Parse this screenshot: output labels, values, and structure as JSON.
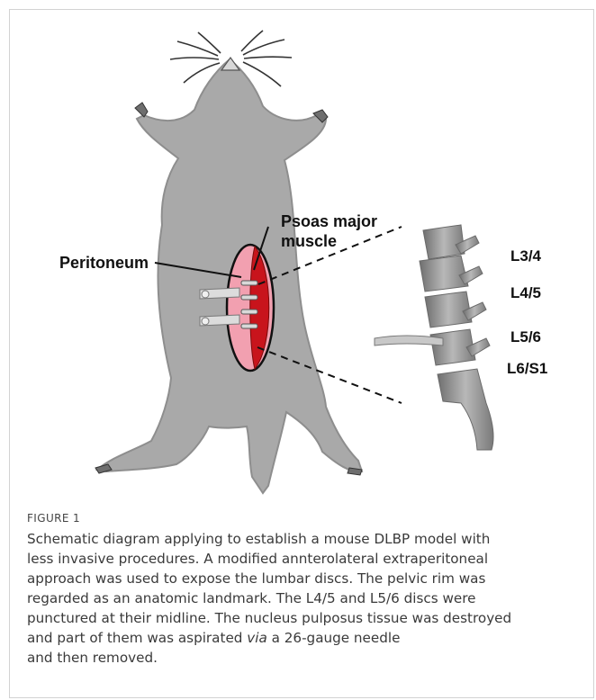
{
  "diagram": {
    "labels": {
      "peritoneum": "Peritoneum",
      "psoas_line1": "Psoas major",
      "psoas_line2": "muscle",
      "discs": [
        "L3/4",
        "L4/5",
        "L5/6",
        "L6/S1"
      ]
    },
    "colors": {
      "body": "#a9a9a9",
      "body_outline": "#8e8e8e",
      "muscle": "#c8141c",
      "peritoneum": "#f2a0b0",
      "vertebra": "#8d8d8d"
    }
  },
  "figure": {
    "label": "FIGURE 1",
    "caption_lines": [
      "Schematic diagram applying to establish a mouse DLBP model with",
      "less invasive procedures. A modified annterolateral extraperitoneal",
      "approach was used to expose the lumbar discs. The pelvic rim was",
      "regarded as an anatomic landmark. The L4/5 and L5/6 discs were",
      "punctured at their midline. The nucleus pulposus tissue was destroyed",
      "and part of them was aspirated"
    ],
    "caption_italic": "via",
    "caption_after_italic": " a 26-gauge needle",
    "caption_last_line": "and then removed."
  }
}
